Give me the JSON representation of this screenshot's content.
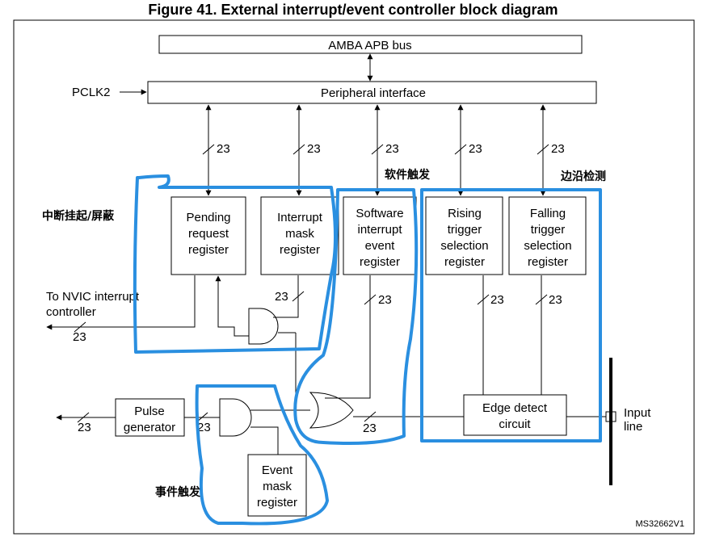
{
  "title": "Figure 41. External interrupt/event controller block diagram",
  "reference_code": "MS32662V1",
  "blocks": {
    "amba_bus": "AMBA APB bus",
    "peripheral_interface": "Peripheral interface",
    "pending_register": [
      "Pending",
      "request",
      "register"
    ],
    "interrupt_mask_register": [
      "Interrupt",
      "mask",
      "register"
    ],
    "software_interrupt_event_register": [
      "Software",
      "interrupt",
      "event",
      "register"
    ],
    "rising_trigger_register": [
      "Rising",
      "trigger",
      "selection",
      "register"
    ],
    "falling_trigger_register": [
      "Falling",
      "trigger",
      "selection",
      "register"
    ],
    "edge_detect_circuit": [
      "Edge detect",
      "circuit"
    ],
    "pulse_generator": [
      "Pulse",
      "generator"
    ],
    "event_mask_register": [
      "Event",
      "mask",
      "register"
    ]
  },
  "signals": {
    "pclk2": "PCLK2",
    "nvic_output": [
      "To NVIC interrupt",
      "controller"
    ],
    "input_line": [
      "Input",
      "line"
    ]
  },
  "bus_width": "23",
  "annotations": {
    "interrupt_pending_mask": "中断挂起/屏蔽",
    "software_trigger": "软件触发",
    "edge_detect": "边沿检测",
    "event_trigger": "事件触发"
  },
  "colors": {
    "highlight": "#2a8fe0",
    "line": "#000000"
  }
}
